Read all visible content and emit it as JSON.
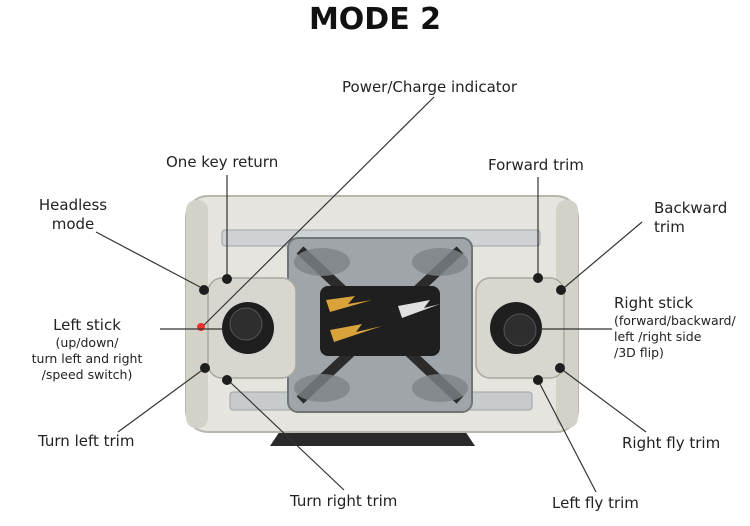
{
  "title": "MODE 2",
  "labels": {
    "power_charge_indicator": "Power/Charge indicator",
    "one_key_return": "One key return",
    "forward_trim": "Forward trim",
    "headless_mode": "Headless",
    "headless_mode_2": "mode",
    "backward_trim": "Backward",
    "backward_trim_2": "trim",
    "left_stick": "Left stick",
    "left_stick_desc": [
      "(up/down/",
      "turn left and right",
      "/speed switch)"
    ],
    "right_stick": "Right stick",
    "right_stick_desc": [
      "(forward/backward/",
      "left /right side",
      "/3D flip)"
    ],
    "turn_left_trim": "Turn left trim",
    "right_fly_trim": "Right fly trim",
    "turn_right_trim": "Turn right trim",
    "left_fly_trim": "Left fly trim"
  },
  "colors": {
    "body_shell": "#e6e4de",
    "body_edge": "#b9b6ad",
    "dark_frame": "#2a2a2a",
    "accent_gold": "#d9a23a",
    "indicator_red": "#e8322a",
    "button_dark": "#1e1e1e"
  }
}
